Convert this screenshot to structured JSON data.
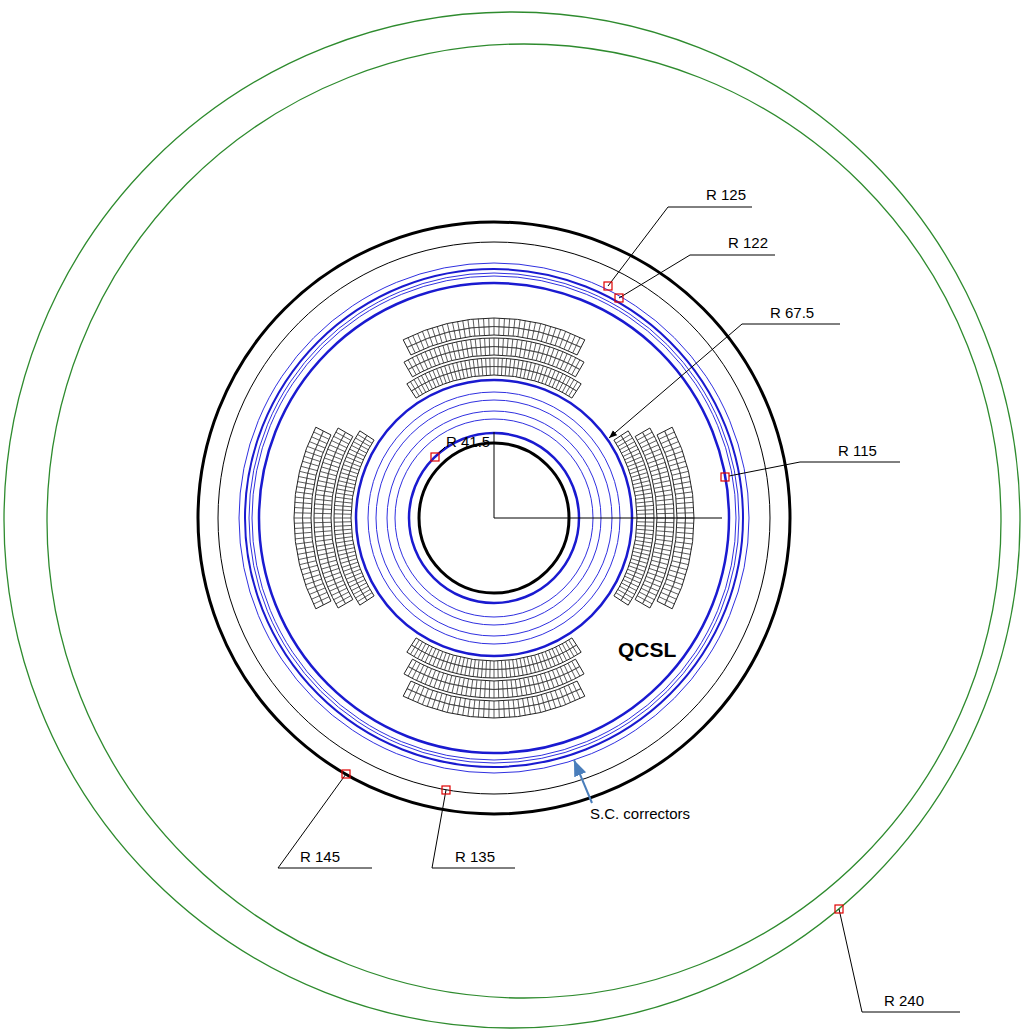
{
  "diagram": {
    "labels": [
      "R 125",
      "R 122",
      "R 67.5",
      "R 41.5",
      "R 115",
      "QCSL",
      "S.C. correctors",
      "R 145",
      "R 135",
      "R 240"
    ]
  }
}
